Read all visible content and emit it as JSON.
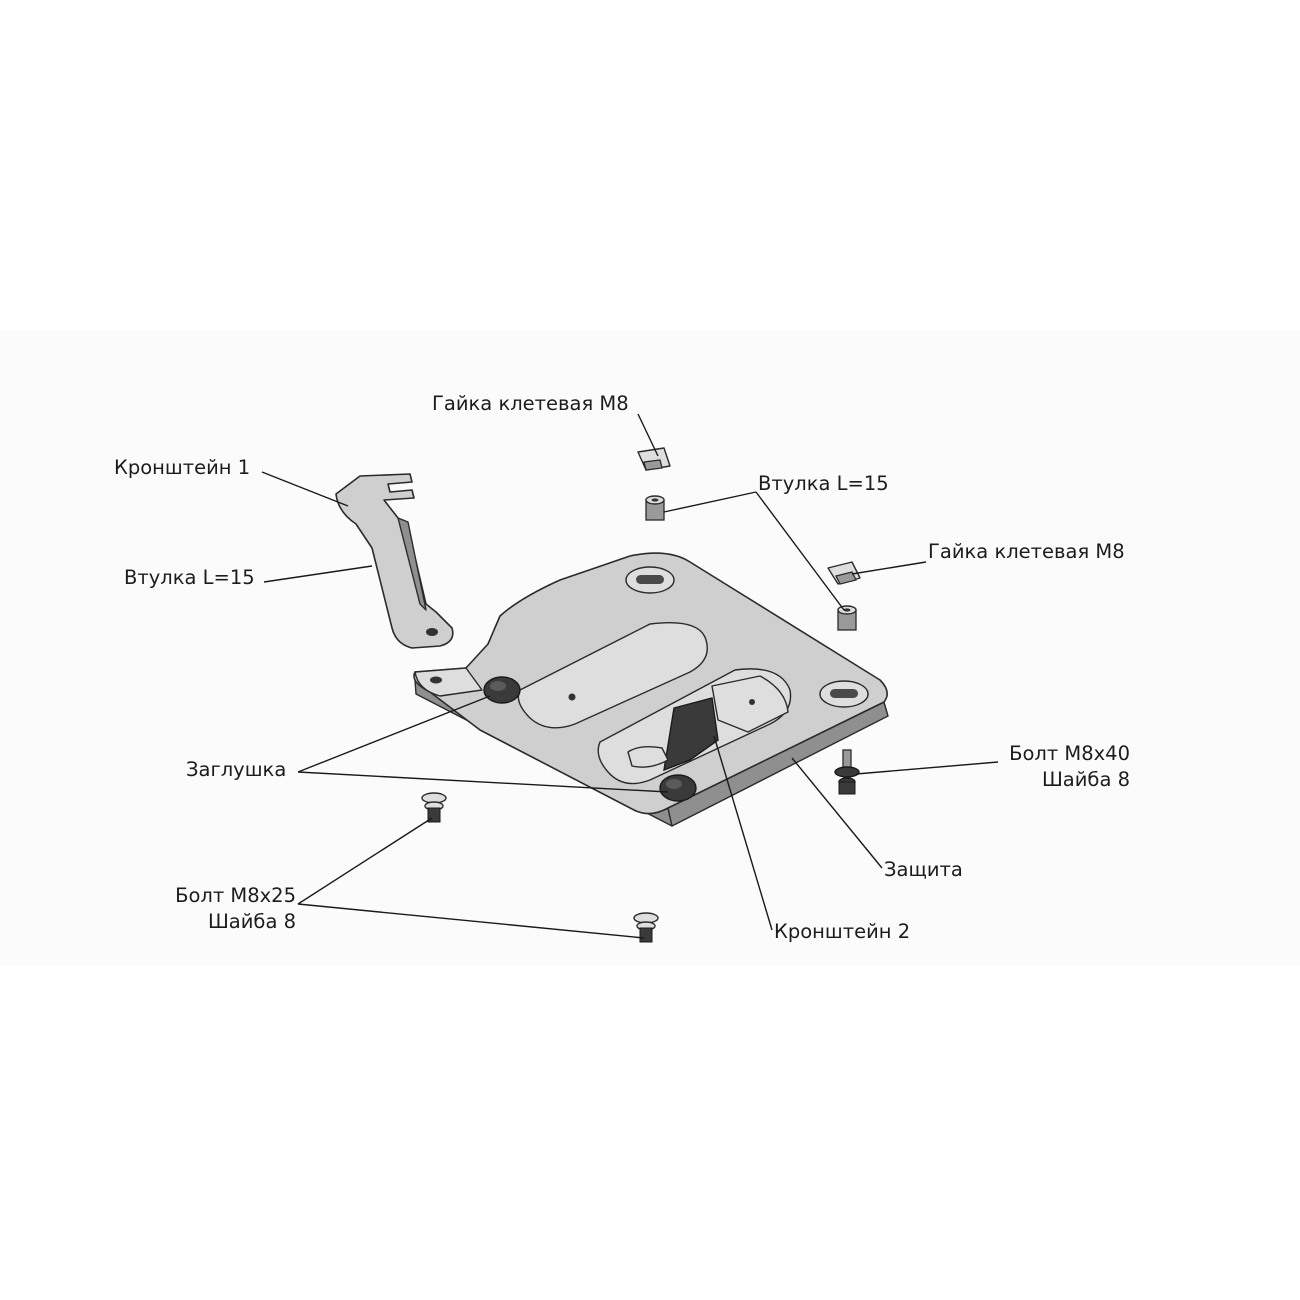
{
  "labels": {
    "bracket_1": "Кронштейн 1",
    "bushing_left": "Втулка L=15",
    "cage_nut_top": "Гайка клетевая М8",
    "bushing_top": "Втулка L=15",
    "cage_nut_right": "Гайка клетевая М8",
    "plug": "Заглушка",
    "bolt_m8x40": "Болт М8х40",
    "washer_right": "Шайба 8",
    "protection": "Защита",
    "bolt_m8x25": "Болт М8х25",
    "washer_left": "Шайба 8",
    "bracket_2": "Кронштейн 2"
  },
  "colors": {
    "metal": "#cfcfcf",
    "outline": "#2b2b2b",
    "text": "#1c1c1c"
  }
}
